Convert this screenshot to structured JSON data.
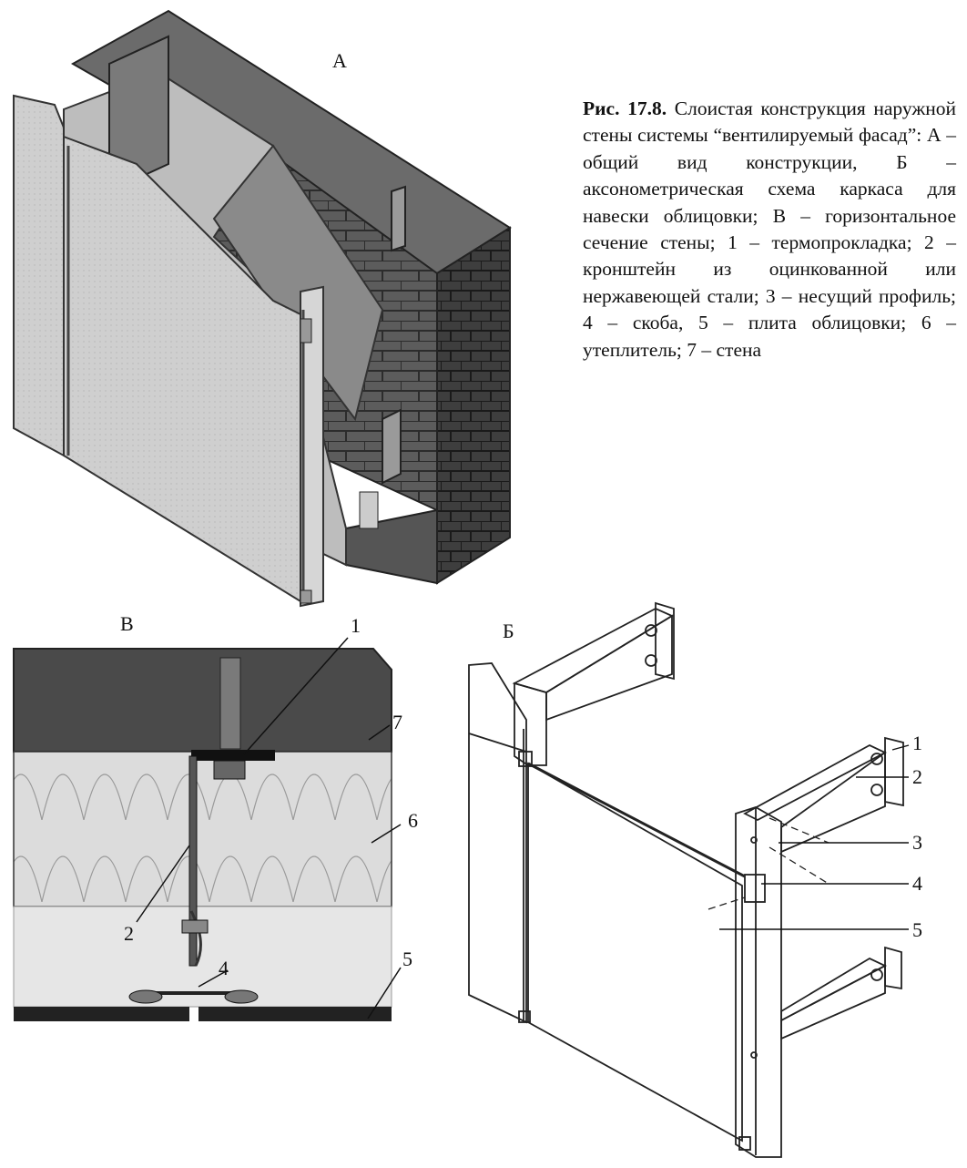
{
  "caption": {
    "title": "Рис. 17.8.",
    "text": "Слоистая конструкция наружной стены системы “вентилируемый фасад”: А – общий вид конструкции, Б – аксонометрическая схема каркаса для навески облицовки; В – горизонтальное сечение стены; 1 – термопрокладка; 2 – кронштейн из оцинкованной или нержавеющей стали; 3 – несущий профиль; 4 – скоба, 5 – плита облицовки; 6 – утеплитель; 7 – стена"
  },
  "panels": {
    "a": "А",
    "b": "Б",
    "v": "В"
  },
  "section_labels": [
    "1",
    "7",
    "6",
    "2",
    "4",
    "5"
  ],
  "axon_labels": [
    "1",
    "2",
    "3",
    "4",
    "5"
  ],
  "colors": {
    "wall": "#4a4a4a",
    "insulation": "#d9d9d9",
    "panel": "#e6e6e6",
    "dark": "#222222"
  }
}
